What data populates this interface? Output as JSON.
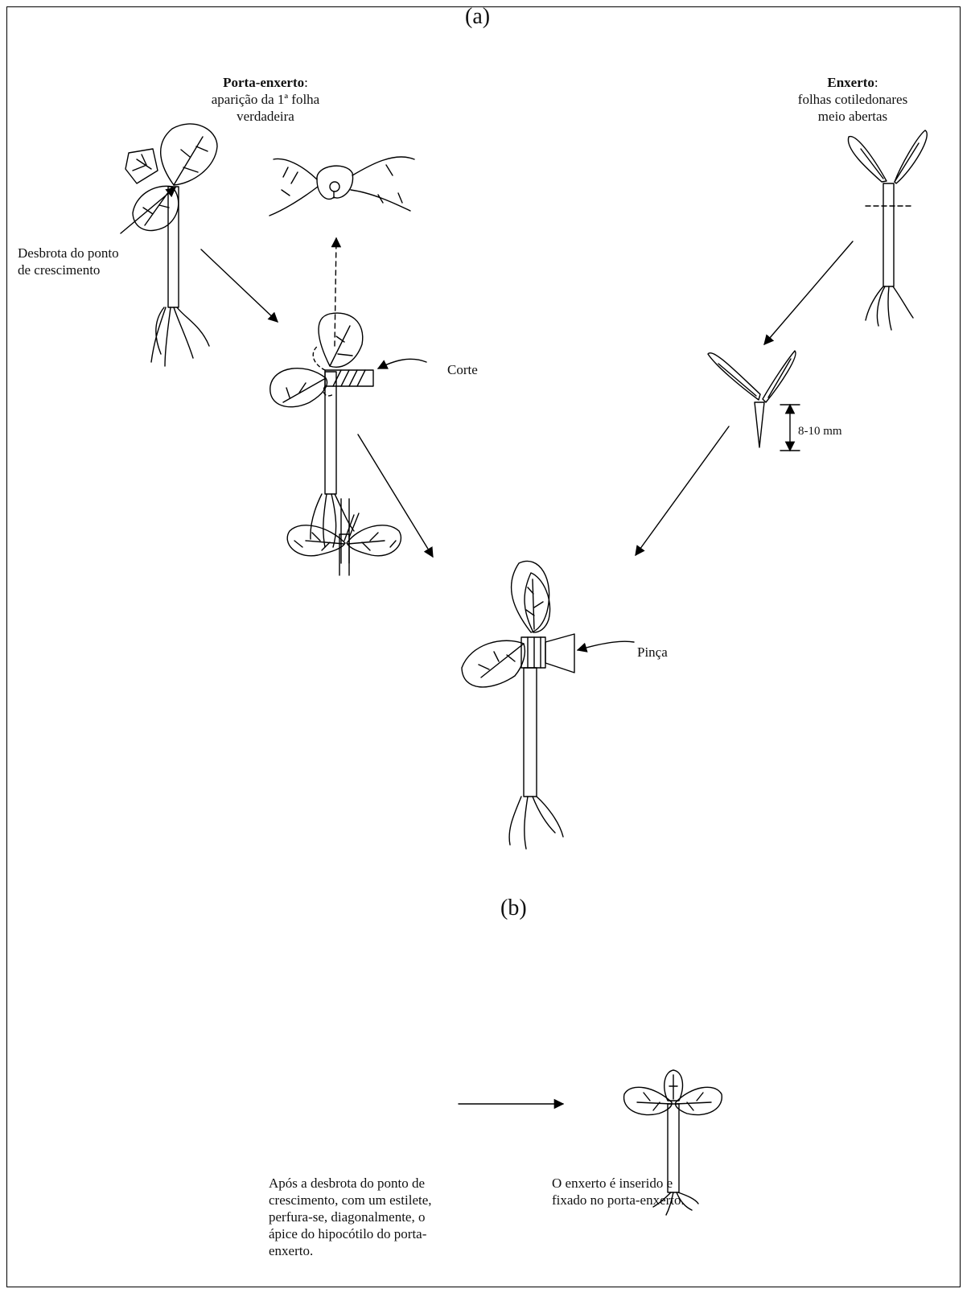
{
  "panel_a": "(a)",
  "panel_b": "(b)",
  "rootstock": {
    "title": "Porta-enxerto",
    "title_suffix": ":",
    "line1": "aparição da 1ª folha",
    "line2": "verdadeira"
  },
  "scion": {
    "title": "Enxerto",
    "title_suffix": ":",
    "line1": "folhas  cotiledonares",
    "line2": "meio abertas"
  },
  "labels": {
    "desbrota_1": "Desbrota do ponto",
    "desbrota_2": "de crescimento",
    "corte": "Corte",
    "measure": "8-10 mm",
    "pinca": "Pinça"
  },
  "captions": {
    "left": [
      "Após a desbrota do ponto de",
      "crescimento, com um estilete,",
      "perfura-se,  diagonalmente,  o",
      "ápice do  hipocótilo do porta-",
      "enxerto."
    ],
    "right": [
      "O  enxerto  é  inserido  e",
      "fixado no porta-enxerto."
    ]
  }
}
